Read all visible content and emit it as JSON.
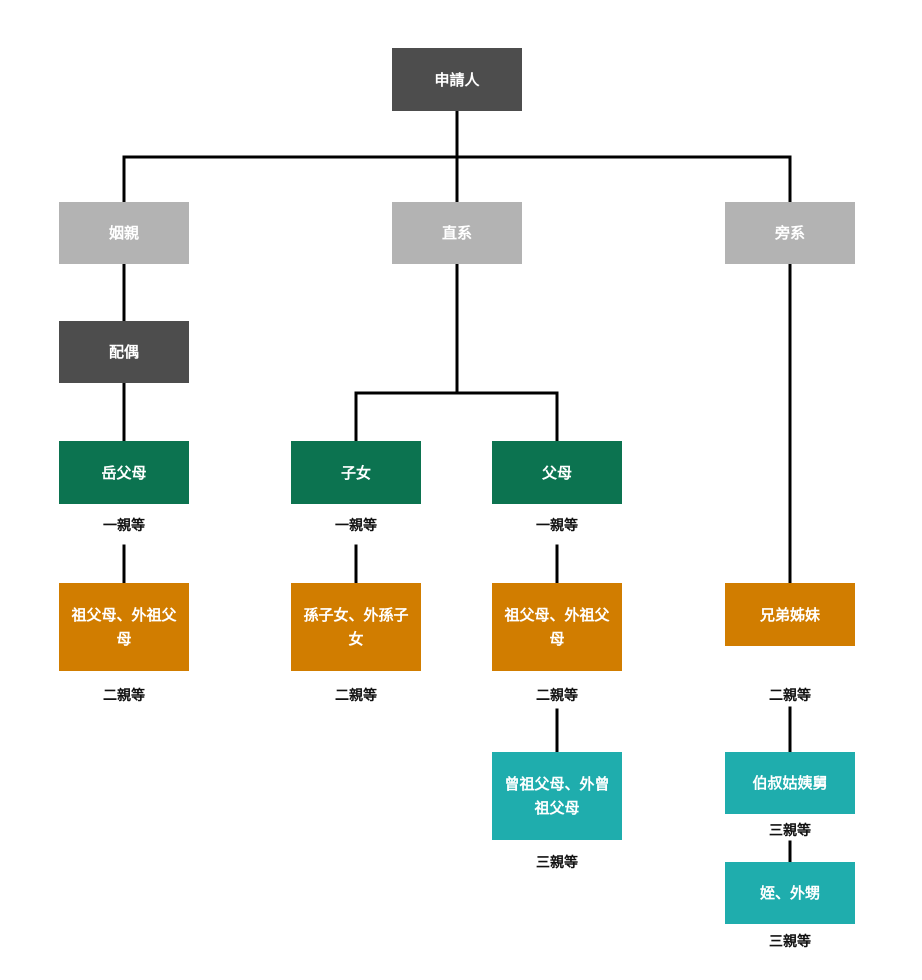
{
  "colors": {
    "root": "#4d4d4d",
    "category": "#b3b3b3",
    "degree1": "#0c7350",
    "degree2": "#d17d00",
    "degree3": "#1fadad",
    "connector": "#000000"
  },
  "tree": {
    "root": {
      "label": "申請人"
    },
    "categories": {
      "affinal": "姻親",
      "lineal": "直系",
      "collateral": "旁系"
    },
    "affinal": {
      "spouse": "配偶",
      "in_laws": {
        "label": "岳父母",
        "degree": "一親等"
      },
      "in_law_grandparents": {
        "label": "祖父母、外祖父母",
        "degree": "二親等"
      }
    },
    "lineal": {
      "children": {
        "label": "子女",
        "degree": "一親等"
      },
      "grandchildren": {
        "label": "孫子女、外孫子女",
        "degree": "二親等"
      },
      "parents": {
        "label": "父母",
        "degree": "一親等"
      },
      "grandparents": {
        "label": "祖父母、外祖父母",
        "degree": "二親等"
      },
      "great_grandparents": {
        "label": "曾祖父母、外曾祖父母",
        "degree": "三親等"
      }
    },
    "collateral": {
      "siblings": {
        "label": "兄弟姊妹",
        "degree": "二親等"
      },
      "uncles_aunts": {
        "label": "伯叔姑姨舅",
        "degree": "三親等"
      },
      "nephews": {
        "label": "姪、外甥",
        "degree": "三親等"
      }
    }
  }
}
